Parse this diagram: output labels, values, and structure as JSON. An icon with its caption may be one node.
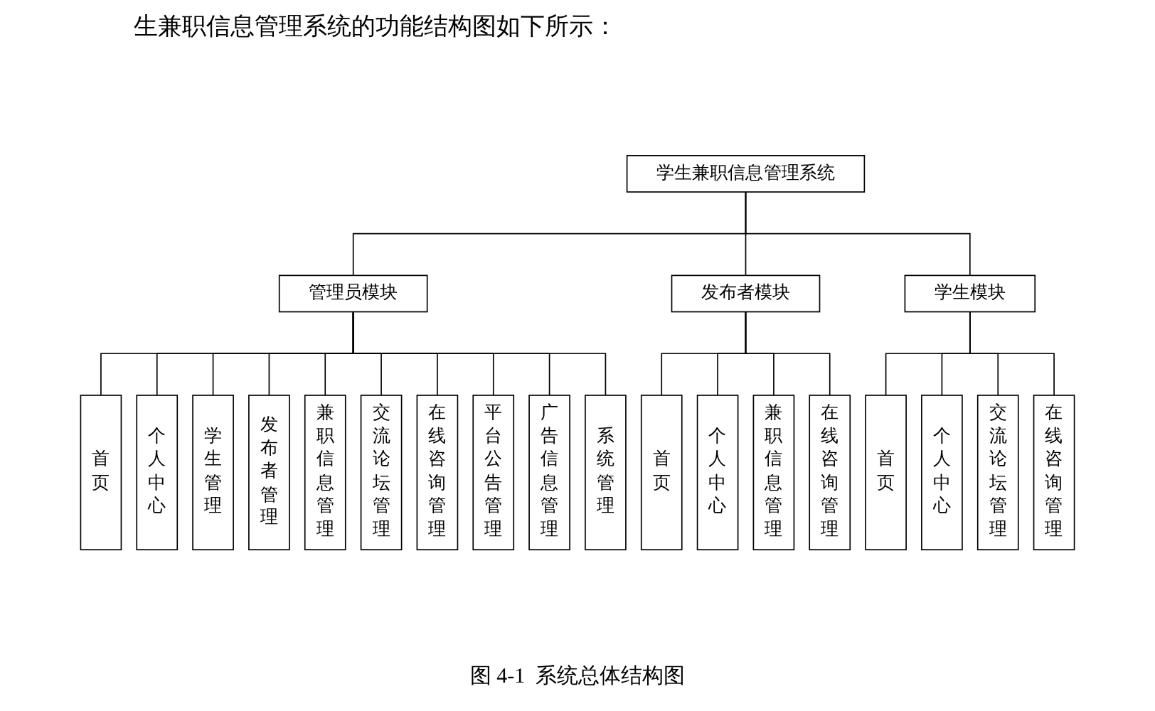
{
  "diagram": {
    "title": "生兼职信息管理系统的功能结构图如下所示：",
    "caption": "图 4-1  系统总体结构图",
    "nodes": [
      {
        "text": [
          "学生兼职信息管理系统"
        ]
      },
      {
        "text": [
          "管理员模块"
        ]
      },
      {
        "text": [
          "发布者模块"
        ]
      },
      {
        "text": [
          "学生模块"
        ]
      },
      {
        "text": [
          "首页"
        ]
      },
      {
        "text": [
          "个人中心"
        ]
      },
      {
        "text": [
          "学生管理"
        ]
      },
      {
        "text": [
          "发布者管理"
        ]
      },
      {
        "text": [
          "兼职信息管理"
        ]
      },
      {
        "text": [
          "交流论坛管理"
        ]
      },
      {
        "text": [
          "在线咨询管理"
        ]
      },
      {
        "text": [
          "平台公告管理"
        ]
      },
      {
        "text": [
          "广告信息管理"
        ]
      },
      {
        "text": [
          "系统管理"
        ]
      },
      {
        "text": [
          "首页"
        ]
      },
      {
        "text": [
          "个人中心"
        ]
      },
      {
        "text": [
          "兼职信息管理"
        ]
      },
      {
        "text": [
          "在线咨询管理"
        ]
      },
      {
        "text": [
          "首页"
        ]
      },
      {
        "text": [
          "个人中心"
        ]
      },
      {
        "text": [
          "交流论坛管理"
        ]
      },
      {
        "text": [
          "在线咨询管理"
        ]
      }
    ],
    "edges": [
      {
        "from": 0,
        "to": 1,
        "arrow": "none"
      },
      {
        "from": 0,
        "to": 2,
        "arrow": "none"
      },
      {
        "from": 0,
        "to": 3,
        "arrow": "none"
      },
      {
        "from": 1,
        "to": 4,
        "arrow": "none"
      },
      {
        "from": 1,
        "to": 5,
        "arrow": "none"
      },
      {
        "from": 1,
        "to": 6,
        "arrow": "none"
      },
      {
        "from": 1,
        "to": 7,
        "arrow": "none"
      },
      {
        "from": 1,
        "to": 8,
        "arrow": "none"
      },
      {
        "from": 1,
        "to": 9,
        "arrow": "none"
      },
      {
        "from": 1,
        "to": 10,
        "arrow": "none"
      },
      {
        "from": 1,
        "to": 11,
        "arrow": "none"
      },
      {
        "from": 1,
        "to": 12,
        "arrow": "none"
      },
      {
        "from": 1,
        "to": 13,
        "arrow": "none"
      },
      {
        "from": 2,
        "to": 14,
        "arrow": "none"
      },
      {
        "from": 2,
        "to": 15,
        "arrow": "none"
      },
      {
        "from": 2,
        "to": 16,
        "arrow": "none"
      },
      {
        "from": 2,
        "to": 17,
        "arrow": "none"
      },
      {
        "from": 3,
        "to": 18,
        "arrow": "none"
      },
      {
        "from": 3,
        "to": 19,
        "arrow": "none"
      },
      {
        "from": 3,
        "to": 20,
        "arrow": "none"
      },
      {
        "from": 3,
        "to": 21,
        "arrow": "none"
      }
    ]
  }
}
